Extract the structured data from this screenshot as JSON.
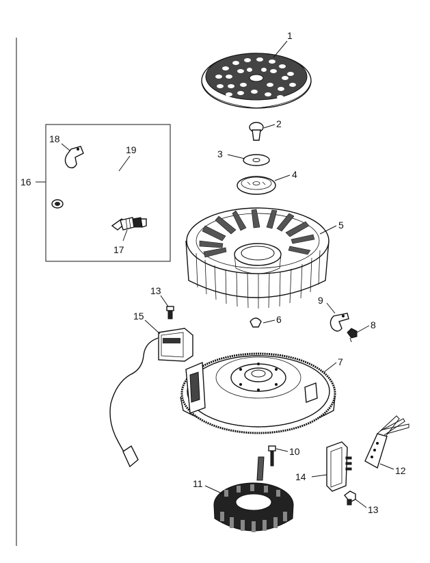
{
  "labels": {
    "l1": "1",
    "l2": "2",
    "l3": "3",
    "l4": "4",
    "l5": "5",
    "l6": "6",
    "l7": "7",
    "l8": "8",
    "l9": "9",
    "l10": "10",
    "l11": "11",
    "l12": "12",
    "l13a": "13",
    "l13b": "13",
    "l14": "14",
    "l15": "15",
    "l16": "16",
    "l17": "17",
    "l18": "18",
    "l19": "19"
  }
}
